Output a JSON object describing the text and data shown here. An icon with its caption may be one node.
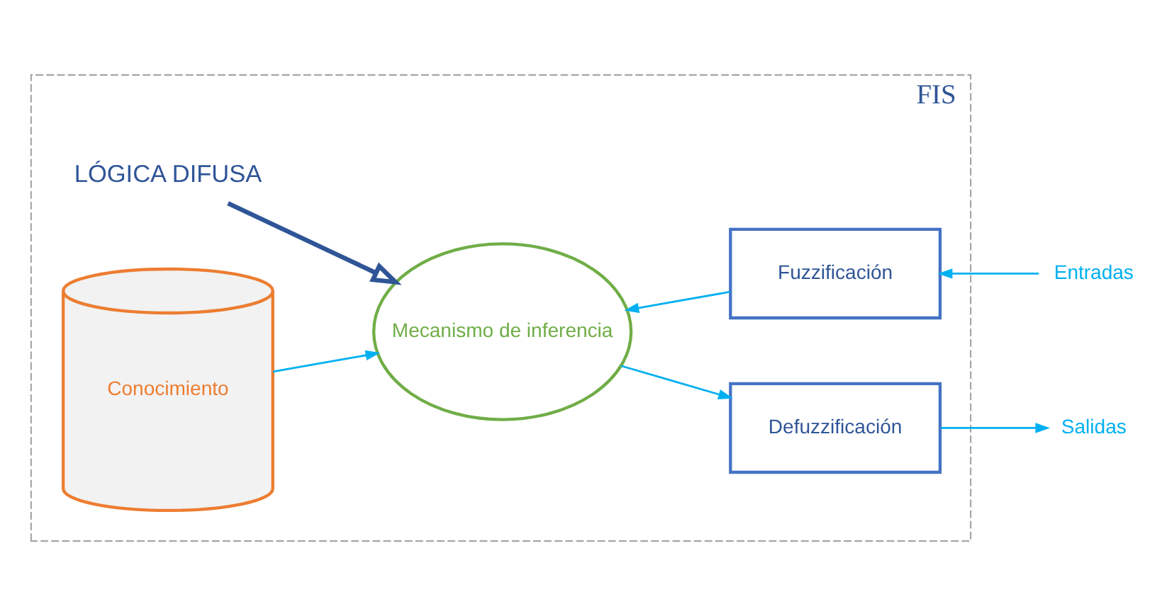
{
  "diagram": {
    "nodes": [
      {
        "text": [
          "FIS"
        ]
      },
      {
        "text": [
          "LÓGICA DIFUSA"
        ],
        "in": 0
      },
      {
        "text": [
          "Conocimiento"
        ],
        "in": 0
      },
      {
        "text": [
          "Mecanismo de inferencia"
        ],
        "in": 0
      },
      {
        "text": [
          "Fuzzificación"
        ],
        "in": 0
      },
      {
        "text": [
          "Defuzzificación"
        ],
        "in": 0
      },
      {
        "text": [
          "Entradas"
        ]
      },
      {
        "text": [
          "Salidas"
        ]
      }
    ],
    "edges": [
      {
        "from": 6,
        "to": 4,
        "arrow": "to"
      },
      {
        "from": 4,
        "to": 3,
        "arrow": "to"
      },
      {
        "from": 1,
        "to": 3,
        "arrow": "to",
        "style": "thick",
        "color": "#2f5597"
      },
      {
        "from": 2,
        "to": 3,
        "arrow": "to"
      },
      {
        "from": 3,
        "to": 5,
        "arrow": "to"
      },
      {
        "from": 5,
        "to": 7,
        "arrow": "to"
      }
    ]
  }
}
